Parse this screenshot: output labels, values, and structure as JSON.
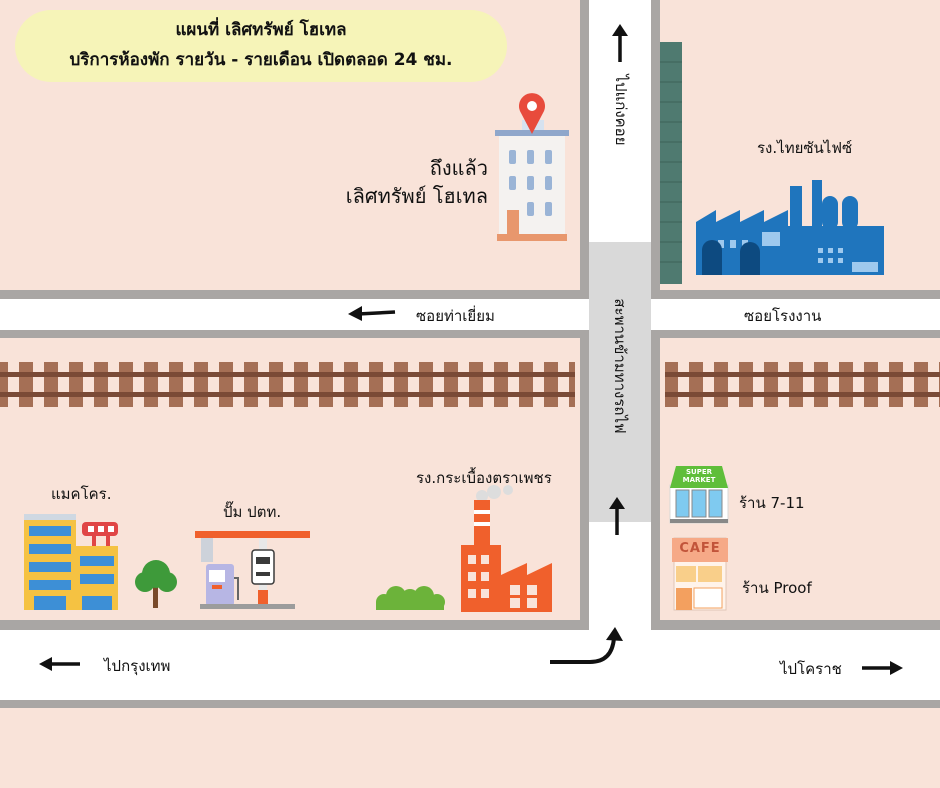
{
  "banner": {
    "title": "แผนที่ เลิศทรัพย์ โฮเทล",
    "subtitle": "บริการห้องพัก รายวัน - รายเดือน เปิดตลอด 24 ชม."
  },
  "hotel": {
    "label_line1": "ถึงแล้ว",
    "label_line2": "เลิศทรัพย์ โฮเทล"
  },
  "roads": {
    "north": "ไปแก่งคอย",
    "soi_west": "ซอยท่าเยี่ยม",
    "soi_east": "ซอยโรงงาน",
    "bridge": "สะพานข้ามทางรถไฟ",
    "to_bangkok": "ไปกรุงเทพ",
    "to_korat": "ไปโคราช"
  },
  "landmarks": {
    "factory": "รง.ไทยซันไฟซ์",
    "makro": "แมคโคร.",
    "gas": "ปั๊ม ปตท.",
    "tile_factory": "รง.กระเบื้องตราเพชร",
    "seven_eleven": "ร้าน 7-11",
    "proof": "ร้าน Proof"
  },
  "signs": {
    "supermarket_line1": "SUPER",
    "supermarket_line2": "MARKET",
    "cafe": "CAFE"
  },
  "colors": {
    "background": "#f9e3d9",
    "road": "#ffffff",
    "road_edge": "#a9a6a4",
    "bridge": "#d9d9d9",
    "banner": "#f6f4b8",
    "rail_tie": "#a56f55",
    "pin": "#e84b3c"
  }
}
